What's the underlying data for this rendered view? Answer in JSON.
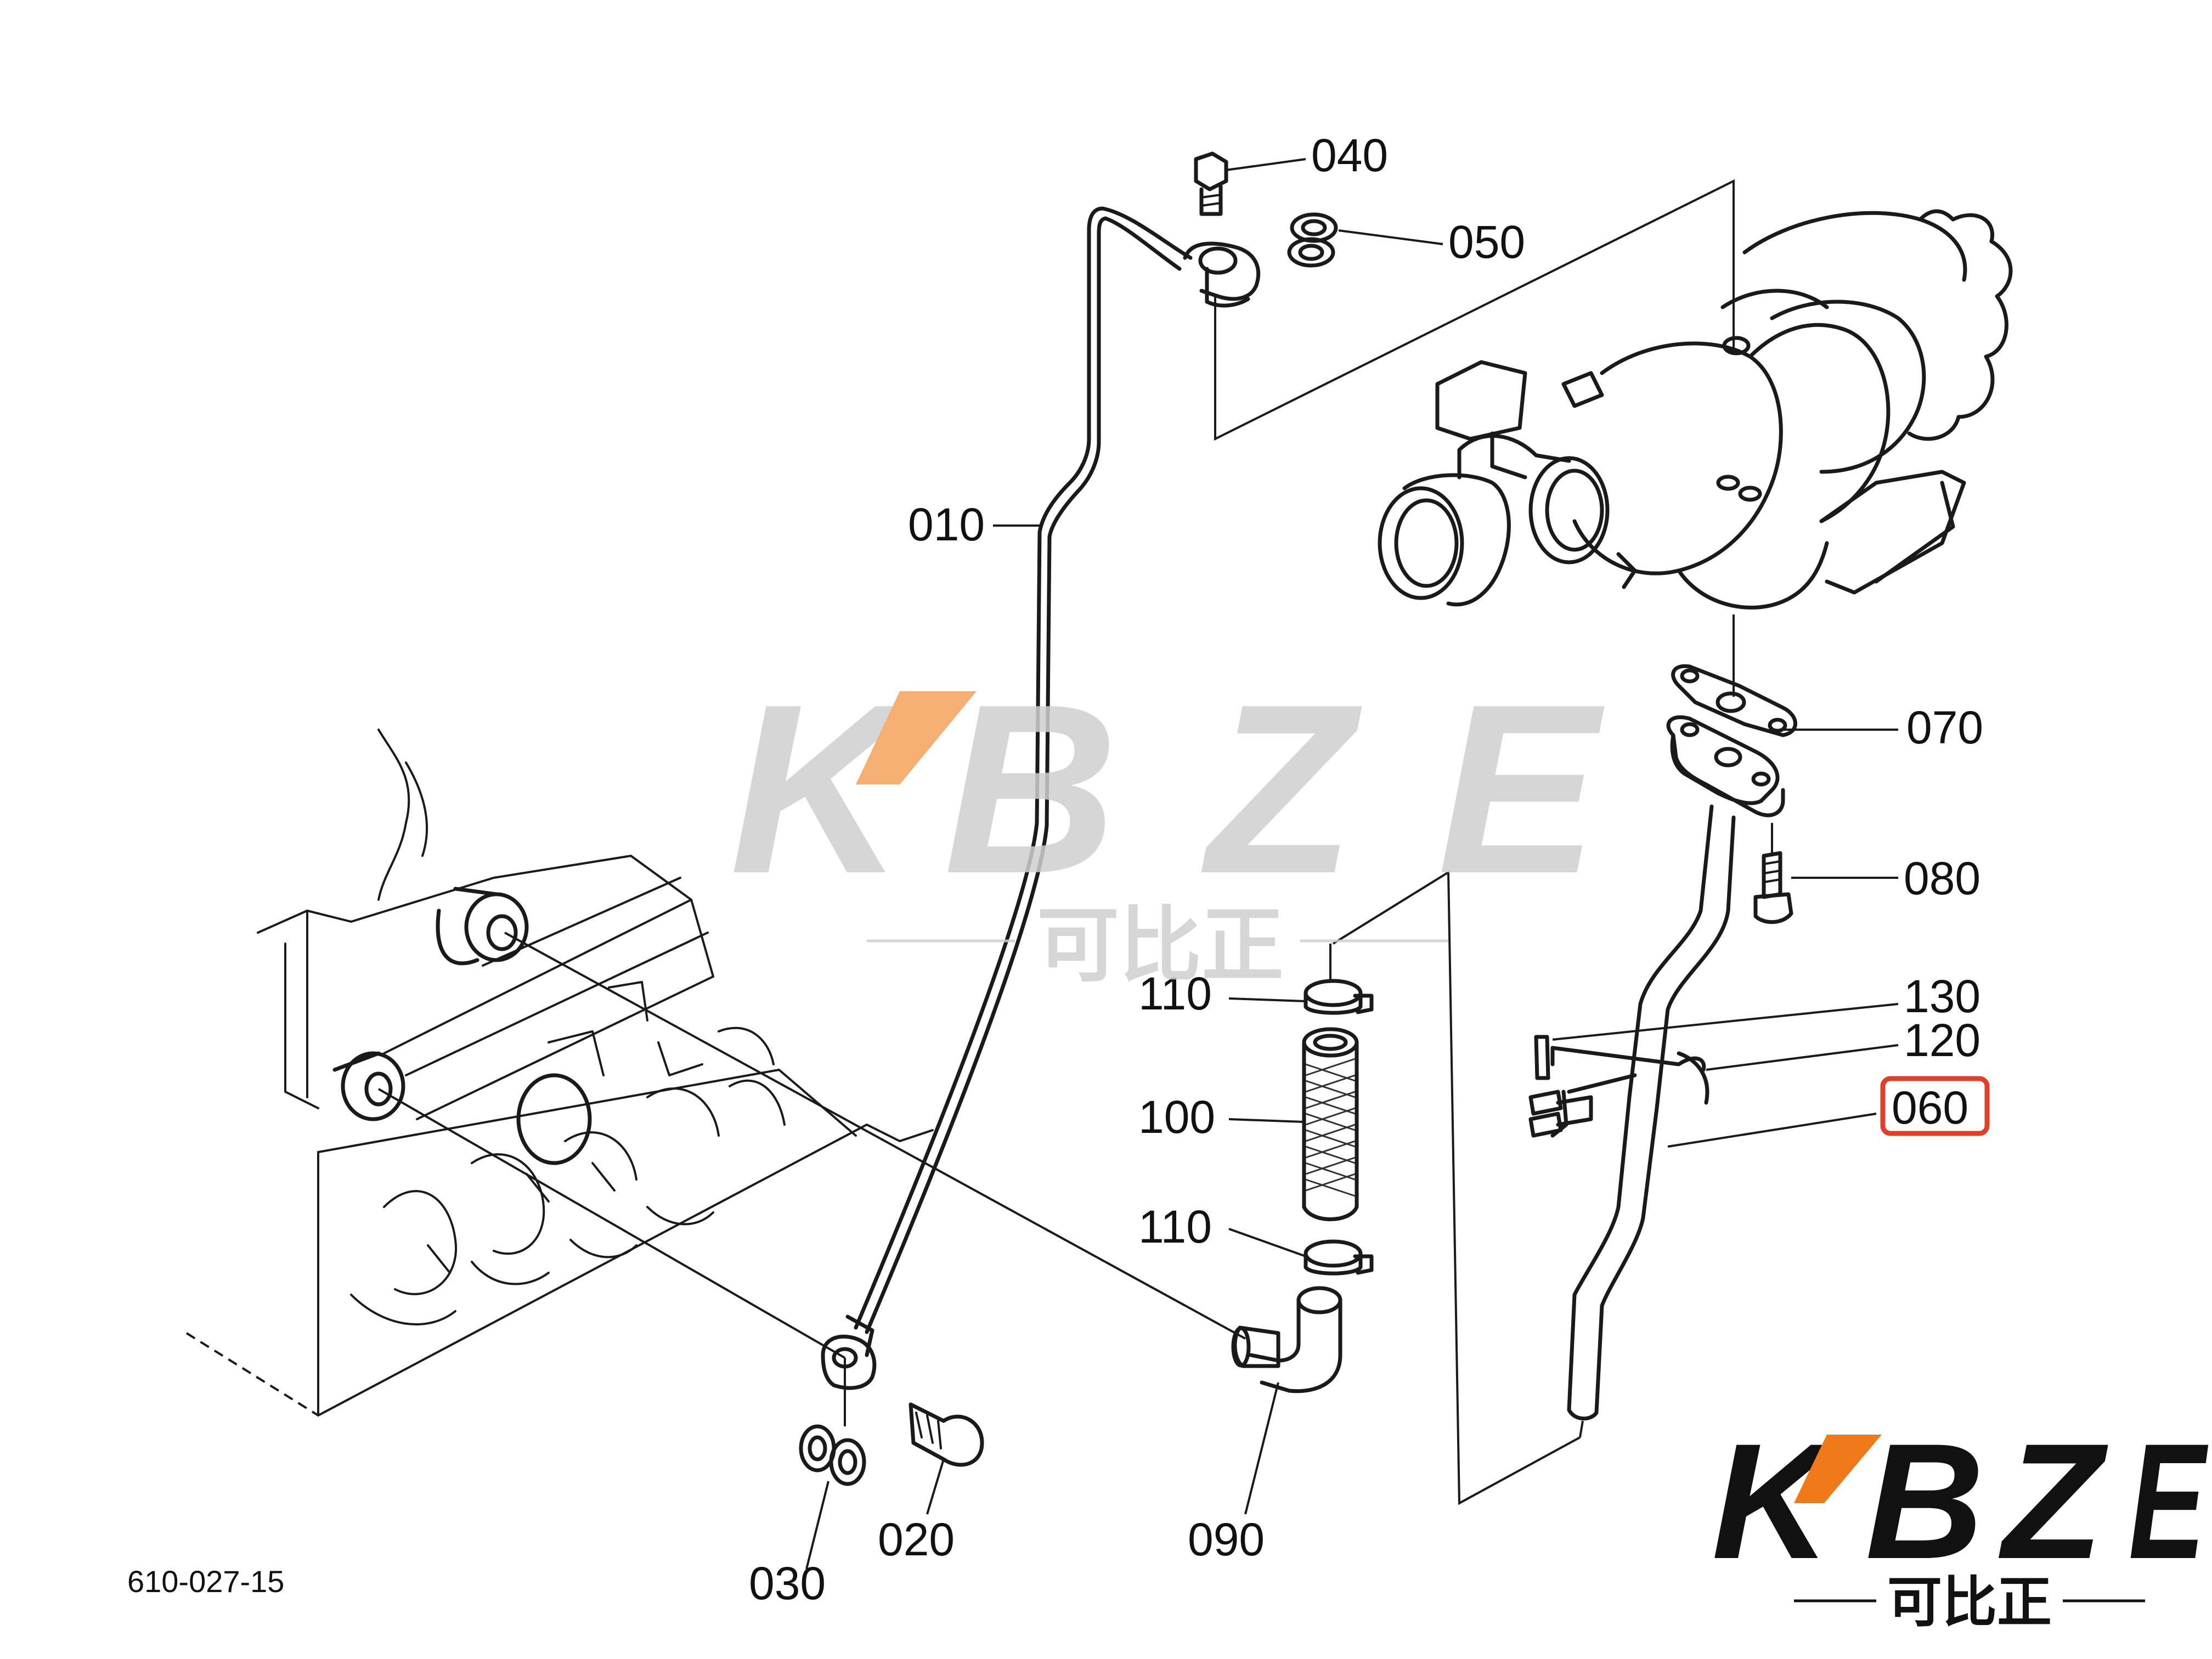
{
  "figure_code": "610-027-15",
  "highlighted_part": "060",
  "highlight_color": "#e0402a",
  "watermark": {
    "brand": "KBZE",
    "brand_chars": [
      "K",
      "B",
      "Z",
      "E"
    ],
    "subtitle": "可比正",
    "text_color": "#cfcfcf",
    "accent_color": "#f5a25a"
  },
  "logo": {
    "brand": "KBZE",
    "brand_chars": [
      "K",
      "B",
      "Z",
      "E"
    ],
    "subtitle": "可比正",
    "text_color": "#111111",
    "accent_color": "#f07a1a"
  },
  "callouts": {
    "p010": "010",
    "p020": "020",
    "p030": "030",
    "p040": "040",
    "p050": "050",
    "p060": "060",
    "p070": "070",
    "p080": "080",
    "p090": "090",
    "p100": "100",
    "p110a": "110",
    "p110b": "110",
    "p120": "120",
    "p130": "130"
  }
}
